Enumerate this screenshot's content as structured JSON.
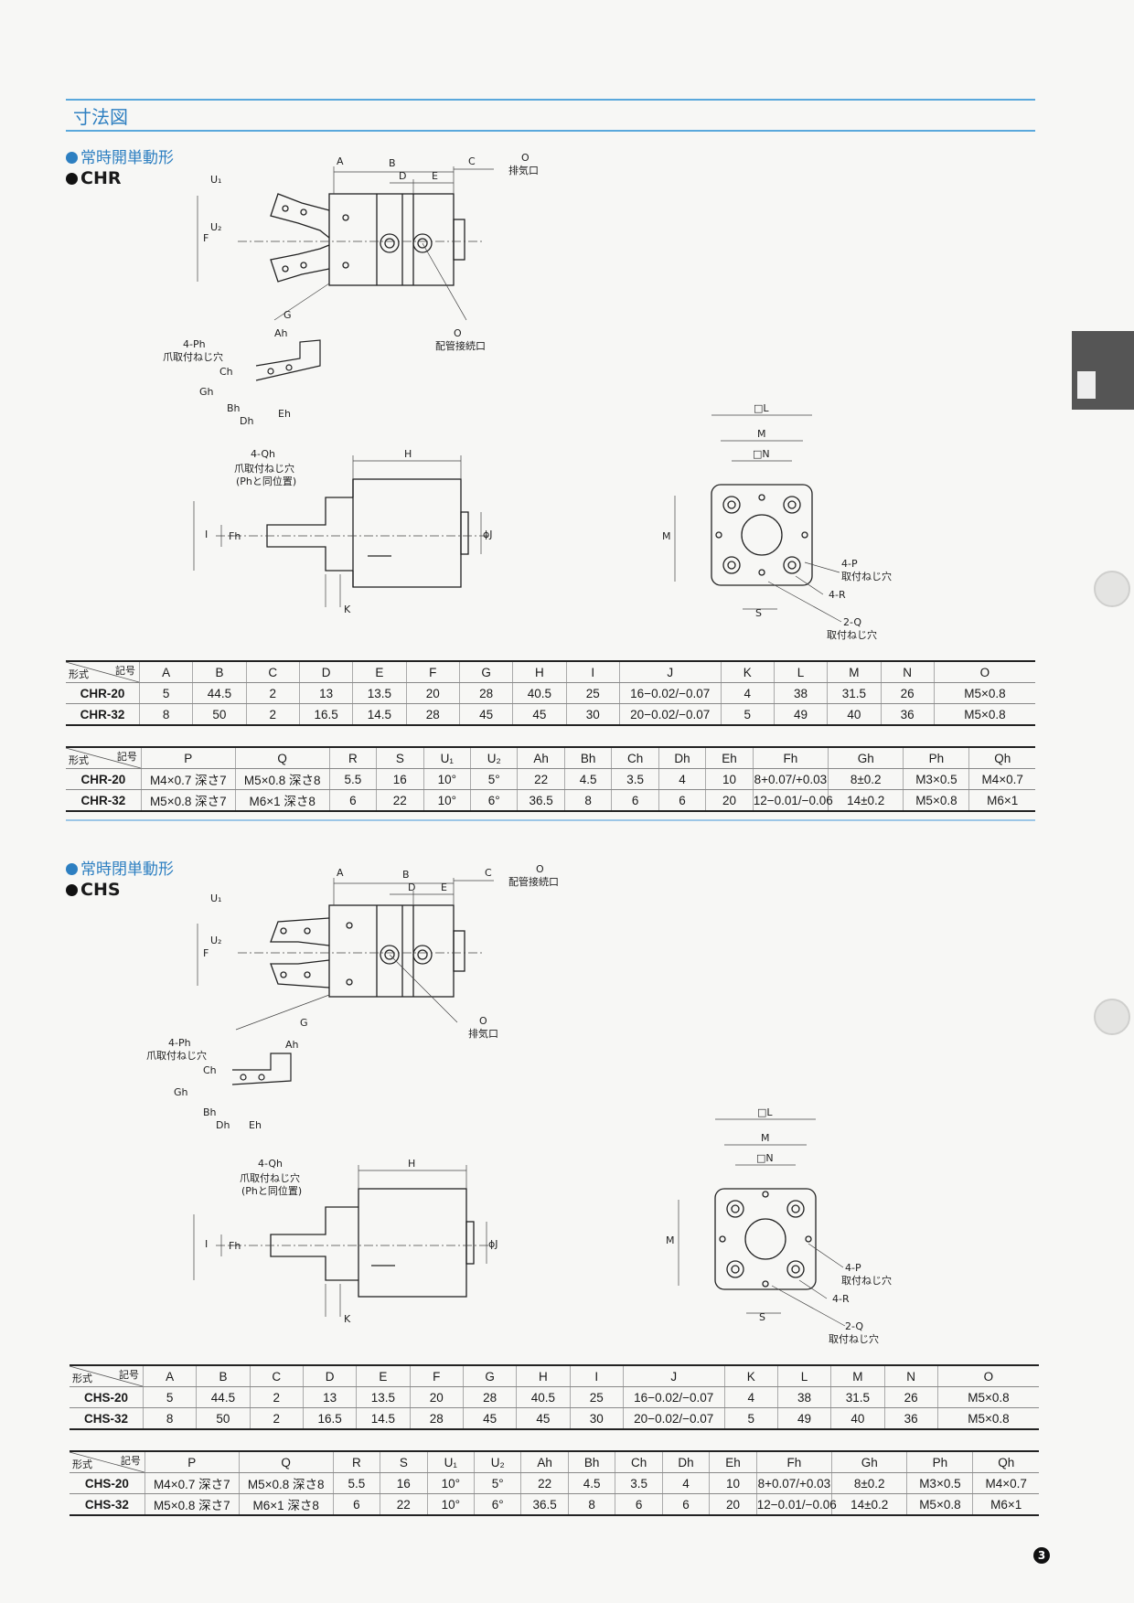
{
  "header": {
    "title": "寸法図"
  },
  "sections": [
    {
      "subtitle": "常時開単動形",
      "model": "CHR",
      "callouts": {
        "port_top": "排気口",
        "port_bottom": "配管接続口",
        "ph_label": "4-Ph",
        "ph_desc": "爪取付ねじ穴",
        "qh_label": "4-Qh",
        "qh_desc": "爪取付ねじ穴",
        "qh_note": "(Phと同位置)",
        "p_label": "4-P",
        "p_desc": "取付ねじ穴",
        "r_label": "4-R",
        "q_label": "2-Q",
        "q_desc": "取付ねじ穴"
      },
      "table1": {
        "corner_top": "記号",
        "corner_bottom": "形式",
        "headers": [
          "A",
          "B",
          "C",
          "D",
          "E",
          "F",
          "G",
          "H",
          "I",
          "J",
          "K",
          "L",
          "M",
          "N",
          "O"
        ],
        "rows": [
          {
            "model": "CHR-20",
            "cells": [
              "5",
              "44.5",
              "2",
              "13",
              "13.5",
              "20",
              "28",
              "40.5",
              "25",
              "16−0.02/−0.07",
              "4",
              "38",
              "31.5",
              "26",
              "M5×0.8"
            ]
          },
          {
            "model": "CHR-32",
            "cells": [
              "8",
              "50",
              "2",
              "16.5",
              "14.5",
              "28",
              "45",
              "45",
              "30",
              "20−0.02/−0.07",
              "5",
              "49",
              "40",
              "36",
              "M5×0.8"
            ]
          }
        ]
      },
      "table2": {
        "corner_top": "記号",
        "corner_bottom": "形式",
        "headers": [
          "P",
          "Q",
          "R",
          "S",
          "U₁",
          "U₂",
          "Ah",
          "Bh",
          "Ch",
          "Dh",
          "Eh",
          "Fh",
          "Gh",
          "Ph",
          "Qh"
        ],
        "rows": [
          {
            "model": "CHR-20",
            "cells": [
              "M4×0.7 深さ7",
              "M5×0.8 深さ8",
              "5.5",
              "16",
              "10°",
              "5°",
              "22",
              "4.5",
              "3.5",
              "4",
              "10",
              "8+0.07/+0.03",
              "8±0.2",
              "M3×0.5",
              "M4×0.7"
            ]
          },
          {
            "model": "CHR-32",
            "cells": [
              "M5×0.8 深さ7",
              "M6×1 深さ8",
              "6",
              "22",
              "10°",
              "6°",
              "36.5",
              "8",
              "6",
              "6",
              "20",
              "12−0.01/−0.06",
              "14±0.2",
              "M5×0.8",
              "M6×1"
            ]
          }
        ]
      }
    },
    {
      "subtitle": "常時閉単動形",
      "model": "CHS",
      "callouts": {
        "port_top": "配管接続口",
        "port_bottom": "排気口",
        "ph_label": "4-Ph",
        "ph_desc": "爪取付ねじ穴",
        "qh_label": "4-Qh",
        "qh_desc": "爪取付ねじ穴",
        "qh_note": "(Phと同位置)",
        "p_label": "4-P",
        "p_desc": "取付ねじ穴",
        "r_label": "4-R",
        "q_label": "2-Q",
        "q_desc": "取付ねじ穴"
      },
      "table1": {
        "corner_top": "記号",
        "corner_bottom": "形式",
        "headers": [
          "A",
          "B",
          "C",
          "D",
          "E",
          "F",
          "G",
          "H",
          "I",
          "J",
          "K",
          "L",
          "M",
          "N",
          "O"
        ],
        "rows": [
          {
            "model": "CHS-20",
            "cells": [
              "5",
              "44.5",
              "2",
              "13",
              "13.5",
              "20",
              "28",
              "40.5",
              "25",
              "16−0.02/−0.07",
              "4",
              "38",
              "31.5",
              "26",
              "M5×0.8"
            ]
          },
          {
            "model": "CHS-32",
            "cells": [
              "8",
              "50",
              "2",
              "16.5",
              "14.5",
              "28",
              "45",
              "45",
              "30",
              "20−0.02/−0.07",
              "5",
              "49",
              "40",
              "36",
              "M5×0.8"
            ]
          }
        ]
      },
      "table2": {
        "corner_top": "記号",
        "corner_bottom": "形式",
        "headers": [
          "P",
          "Q",
          "R",
          "S",
          "U₁",
          "U₂",
          "Ah",
          "Bh",
          "Ch",
          "Dh",
          "Eh",
          "Fh",
          "Gh",
          "Ph",
          "Qh"
        ],
        "rows": [
          {
            "model": "CHS-20",
            "cells": [
              "M4×0.7 深さ7",
              "M5×0.8 深さ8",
              "5.5",
              "16",
              "10°",
              "5°",
              "22",
              "4.5",
              "3.5",
              "4",
              "10",
              "8+0.07/+0.03",
              "8±0.2",
              "M3×0.5",
              "M4×0.7"
            ]
          },
          {
            "model": "CHS-32",
            "cells": [
              "M5×0.8 深さ7",
              "M6×1 深さ8",
              "6",
              "22",
              "10°",
              "6°",
              "36.5",
              "8",
              "6",
              "6",
              "20",
              "12−0.01/−0.06",
              "14±0.2",
              "M5×0.8",
              "M6×1"
            ]
          }
        ]
      }
    }
  ],
  "labels": {
    "A": "A",
    "B": "B",
    "C": "C",
    "D": "D",
    "E": "E",
    "F": "F",
    "G": "G",
    "H": "H",
    "I": "I",
    "J": "ϕJ",
    "K": "K",
    "L": "□L",
    "M": "M",
    "N": "□N",
    "O": "O",
    "S": "S",
    "U1": "U₁",
    "U2": "U₂",
    "Ah": "Ah",
    "Bh": "Bh",
    "Ch": "Ch",
    "Dh": "Dh",
    "Eh": "Eh",
    "Fh": "Fh",
    "Gh": "Gh"
  },
  "page_number": "3"
}
